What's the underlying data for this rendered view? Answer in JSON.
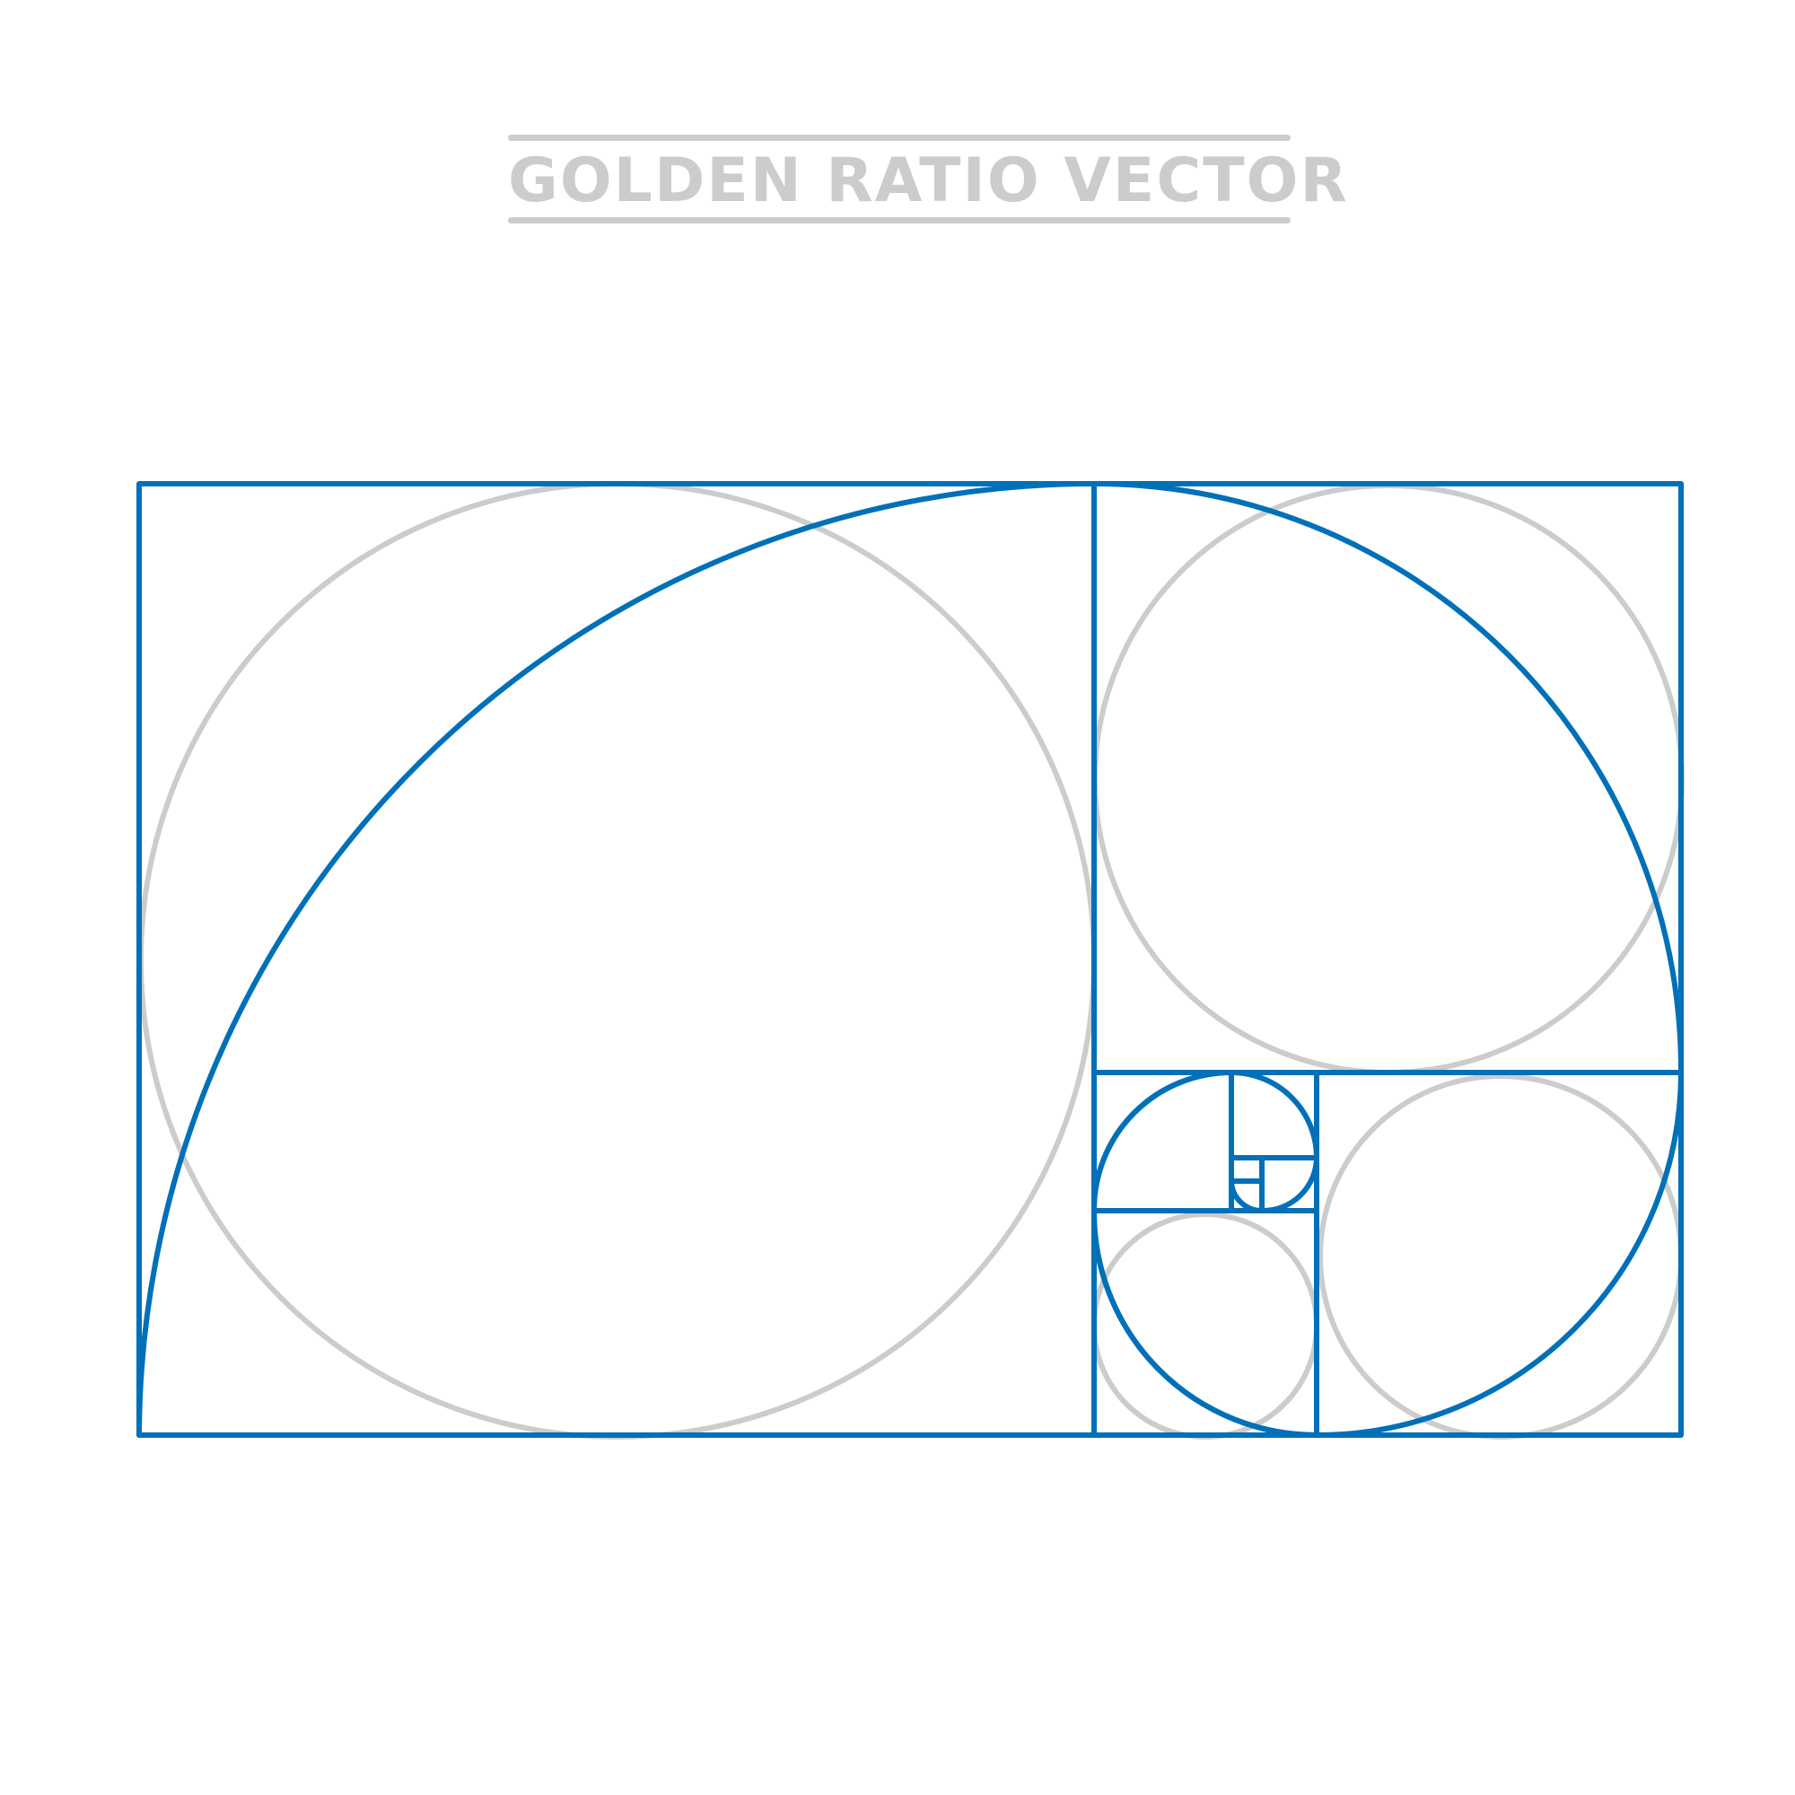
{
  "title": {
    "text": "GOLDEN RATIO VECTOR"
  },
  "colors": {
    "background": "#ffffff",
    "title_gray": "#cccccc",
    "guide_circle_gray": "#cccccc",
    "spiral_blue": "#0070b8"
  },
  "diagram": {
    "subject": "golden ratio rectangle subdivided into squares with inscribed circles and golden spiral",
    "stroke_color_key": "spiral_blue",
    "circle_color_key": "guide_circle_gray"
  }
}
